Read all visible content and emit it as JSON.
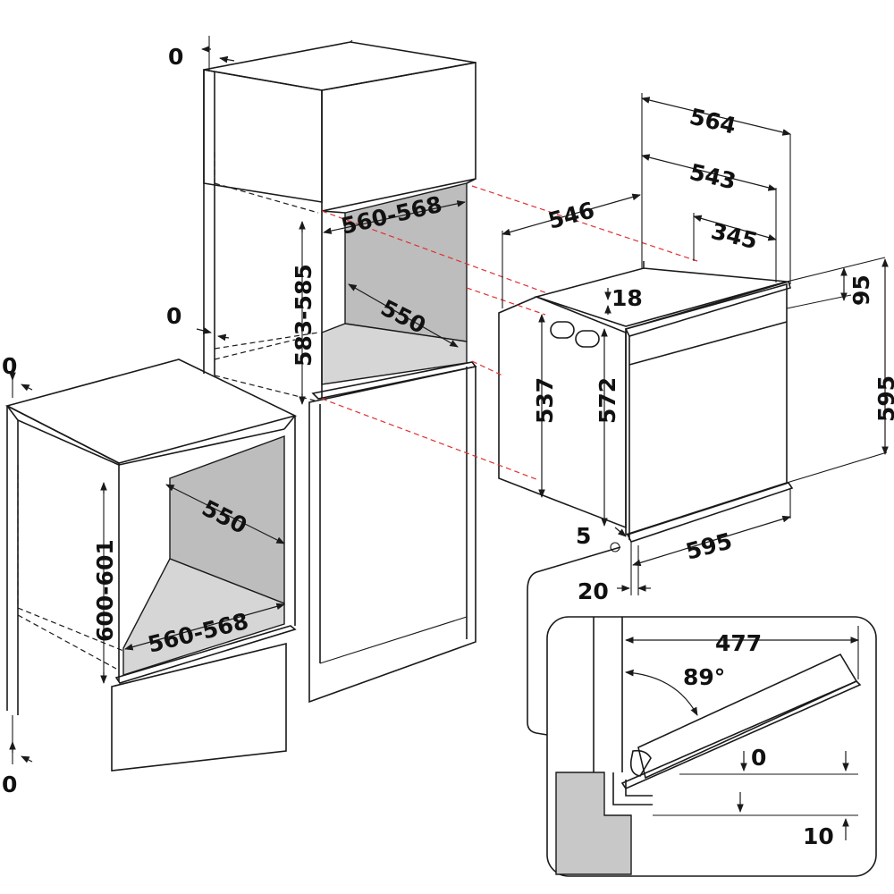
{
  "colors": {
    "outline": "#1a1a1a",
    "niche_back": "#bdbdbd",
    "niche_floor": "#d6d6d6",
    "detail_block": "#c8c8c8",
    "alignment_dashes": "#e03030"
  },
  "tall_unit": {
    "top_gap": "0",
    "mid_gap": "0",
    "niche_height": "583-585",
    "niche_width": "560-568",
    "niche_depth": "550"
  },
  "base_unit": {
    "top_gap": "0",
    "bottom_gap": "0",
    "niche_height": "600-601",
    "niche_depth": "550",
    "niche_width": "560-568"
  },
  "oven": {
    "depth_total": "564",
    "depth_body": "543",
    "body_depth": "546",
    "rear_depth": "345",
    "panel_top": "95",
    "top_offset": "18",
    "total_height": "595",
    "body_height": "537",
    "front_height": "572",
    "total_width": "595",
    "bottom_gap": "5",
    "front_thickness": "20"
  },
  "door_detail": {
    "open_depth": "477",
    "angle": "89°",
    "gap": "0",
    "min_gap": "10"
  }
}
